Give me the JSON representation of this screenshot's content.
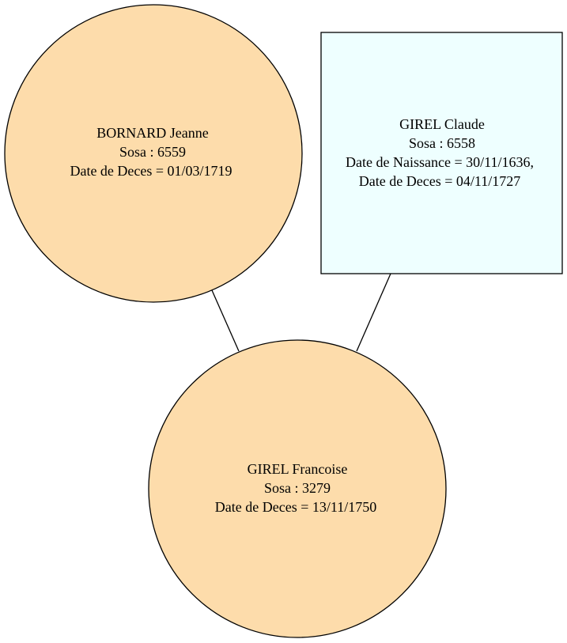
{
  "colors": {
    "female_fill": "#fddcab",
    "male_fill": "#eeffff",
    "stroke": "#000000",
    "background": "#ffffff"
  },
  "nodes": {
    "mother": {
      "name": "BORNARD Jeanne",
      "sosa": "Sosa : 6559",
      "death": "Date de Deces = 01/03/1719"
    },
    "father": {
      "name": "GIREL Claude",
      "sosa": "Sosa : 6558",
      "birth": "Date de Naissance = 30/11/1636,",
      "death": "Date de Deces = 04/11/1727"
    },
    "child": {
      "name": "GIREL Francoise",
      "sosa": "Sosa : 3279",
      "death": "Date de Deces = 13/11/1750"
    }
  }
}
